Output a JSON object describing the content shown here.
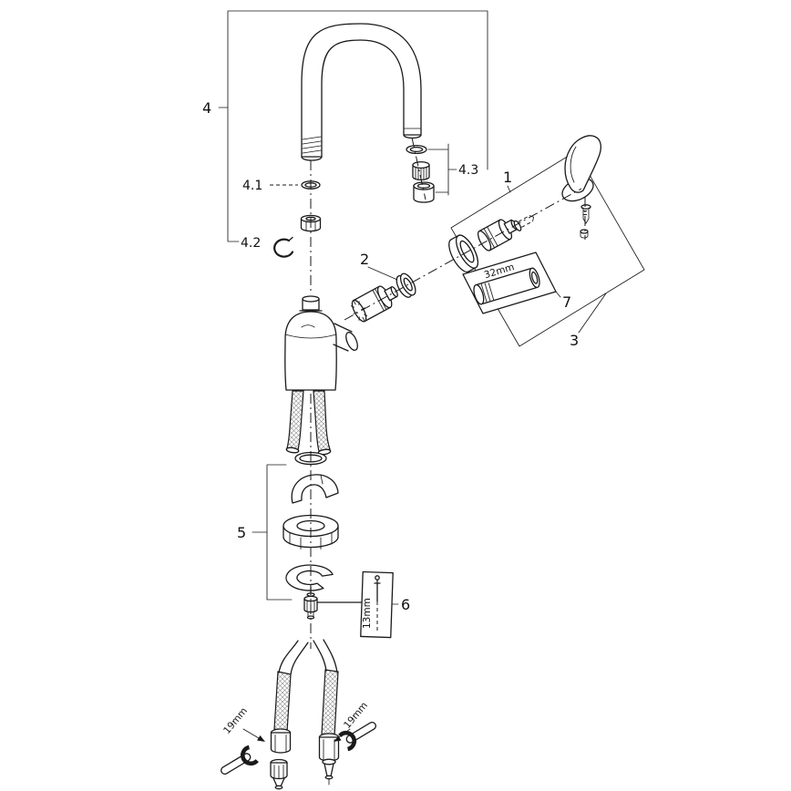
{
  "diagram": {
    "colors": {
      "line": "#1a1a1a",
      "background": "#ffffff"
    },
    "callouts": {
      "n1": "1",
      "n2": "2",
      "n3": "3",
      "n4": "4",
      "n4_1": "4.1",
      "n4_2": "4.2",
      "n4_3": "4.3",
      "n5": "5",
      "n6": "6",
      "n7": "7"
    },
    "dimensions": {
      "socket_size": "32mm",
      "hex_key_size": "13mm",
      "left_hose_nut": "19mm",
      "right_hose_nut": "19mm"
    }
  }
}
